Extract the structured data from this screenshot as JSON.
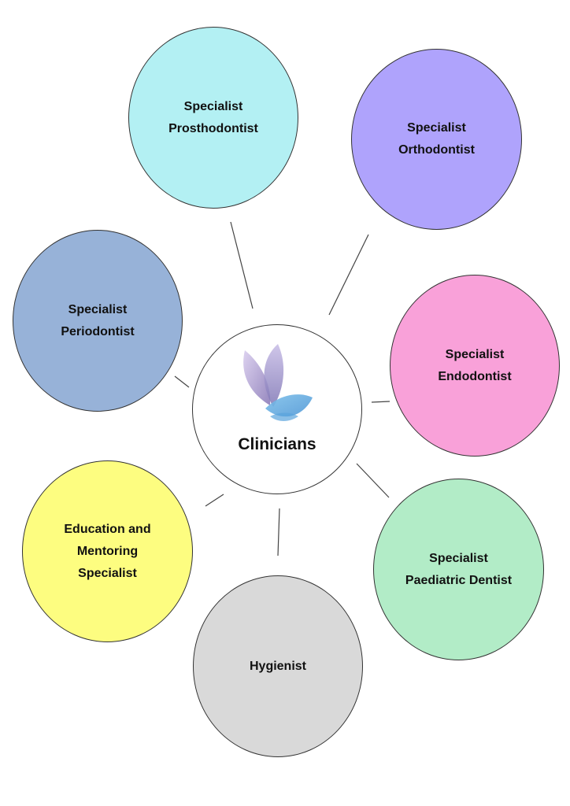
{
  "center": {
    "label": "Clinicians",
    "logo": "butterfly-logo"
  },
  "roles": {
    "prosthodontist": {
      "line1": "Specialist",
      "line2": "Prosthodontist",
      "color": "#b3f0f3"
    },
    "orthodontist": {
      "line1": "Specialist",
      "line2": "Orthodontist",
      "color": "#afa3fc"
    },
    "periodontist": {
      "line1": "Specialist",
      "line2": "Periodontist",
      "color": "#97b2d8"
    },
    "endodontist": {
      "line1": "Specialist",
      "line2": "Endodontist",
      "color": "#f9a1d9"
    },
    "education": {
      "line1": "Education and",
      "line2": "Mentoring",
      "line3": "Specialist",
      "color": "#fdfd80"
    },
    "paediatric": {
      "line1": "Specialist",
      "line2": "Paediatric Dentist",
      "color": "#b2ecc7"
    },
    "hygienist": {
      "line1": "Hygienist",
      "color": "#d9d9d9"
    }
  }
}
